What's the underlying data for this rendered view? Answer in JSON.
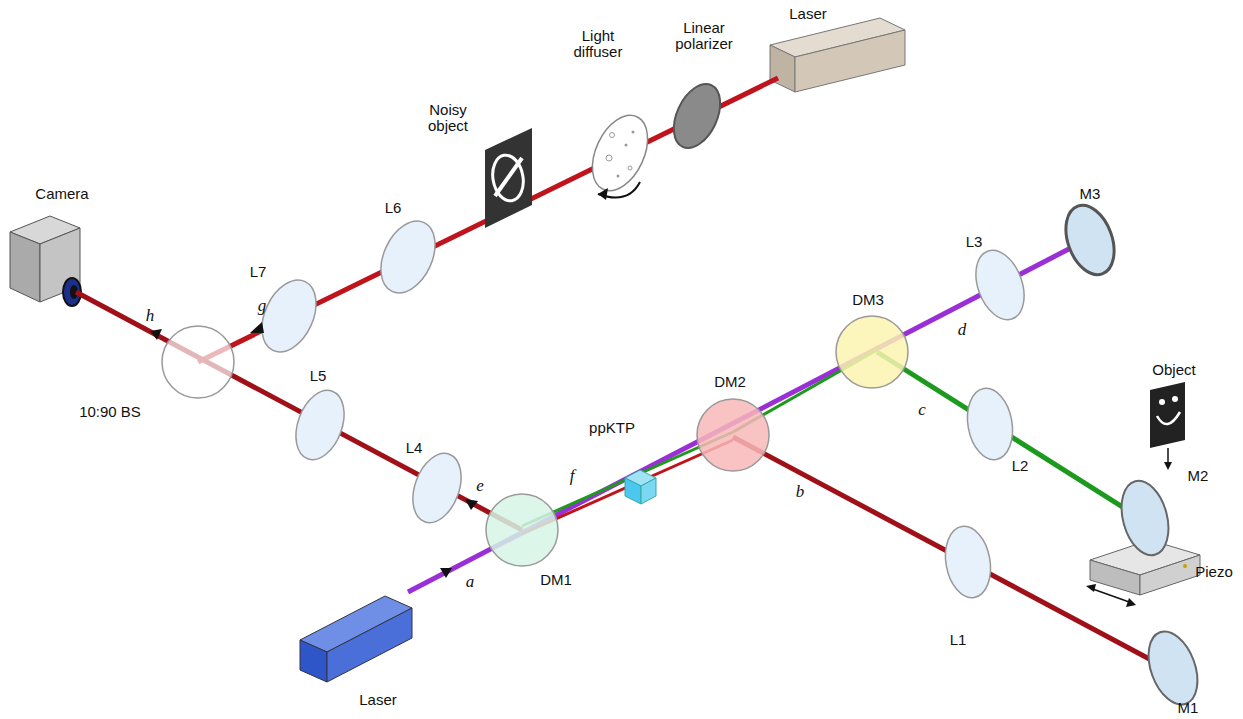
{
  "diagram": {
    "labels": [
      "Laser",
      "Linear polarizer",
      "Light diffuser",
      "Noisy object",
      "Camera",
      "L6",
      "L7",
      "g",
      "h",
      "10:90 BS",
      "L5",
      "L4",
      "e",
      "f",
      "ppKTP",
      "DM1",
      "a",
      "Laser",
      "DM2",
      "b",
      "L1",
      "M1",
      "DM3",
      "d",
      "c",
      "L2",
      "L3",
      "M3",
      "Object",
      "M2",
      "Piezo"
    ]
  }
}
